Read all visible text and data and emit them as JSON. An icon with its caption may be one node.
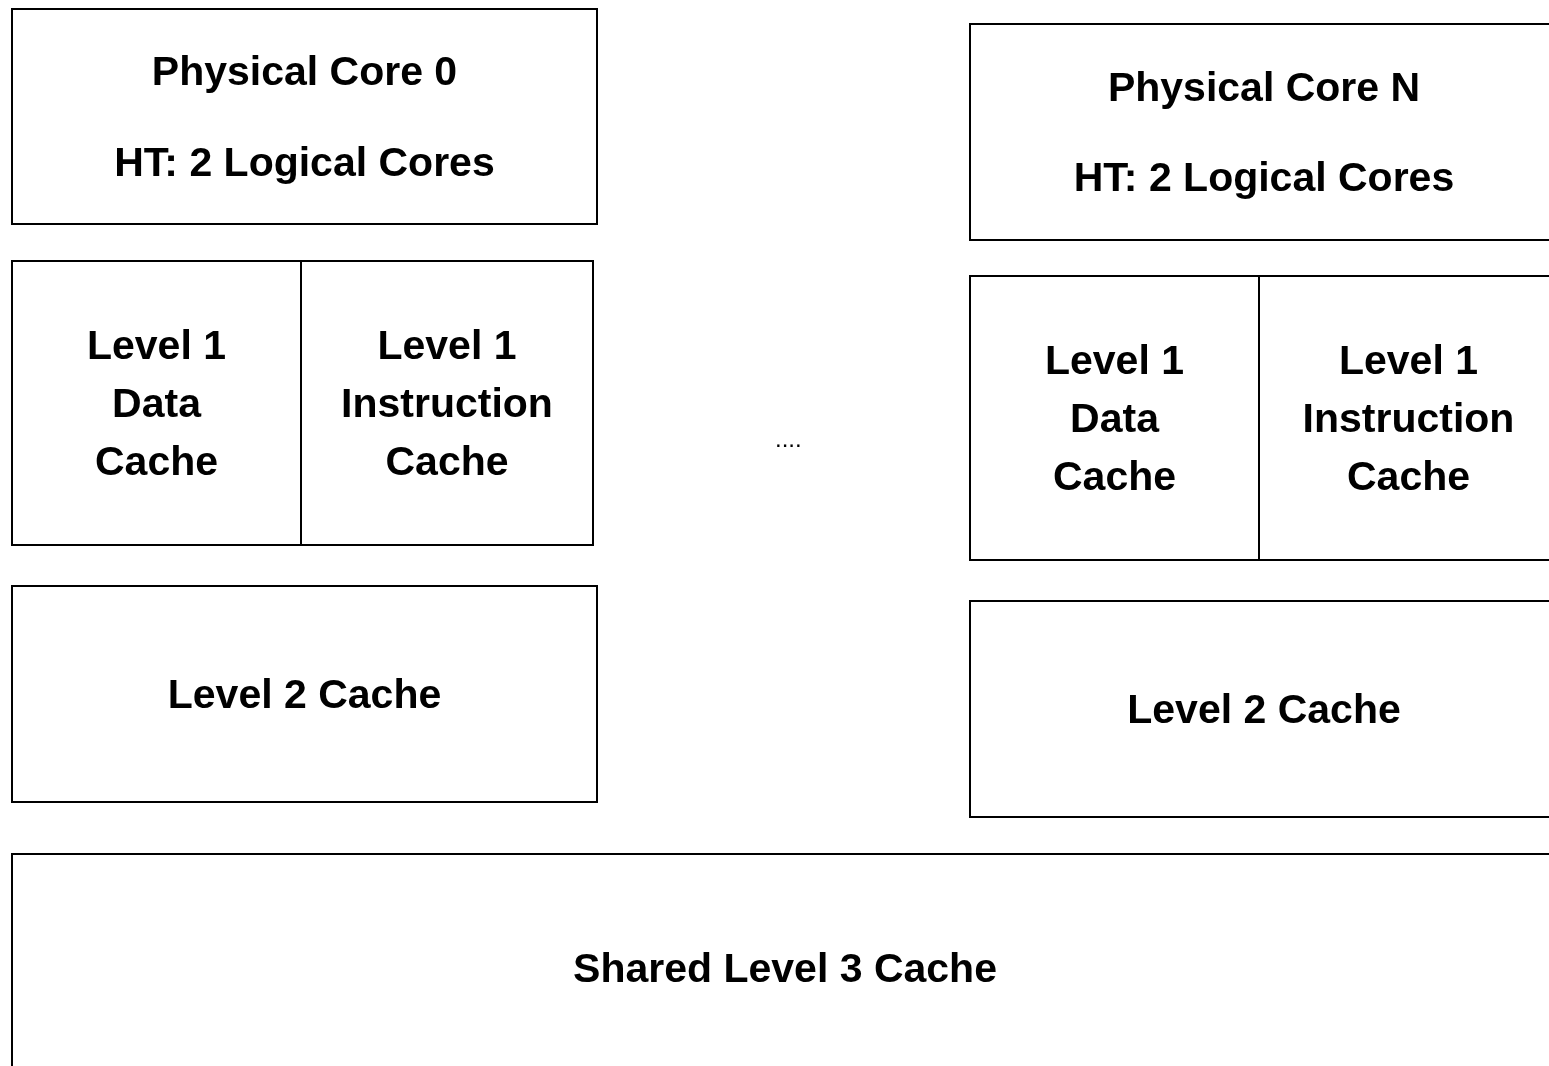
{
  "diagram": {
    "nodes": [
      {
        "text": [
          "Physical Core 0",
          "HT: 2 Logical Cores"
        ]
      },
      {
        "text": [
          "Level 1 Data Cache"
        ]
      },
      {
        "text": [
          "Level 1 Instruction Cache"
        ]
      },
      {
        "text": [
          "Level 2 Cache"
        ]
      },
      {
        "text": [
          "Physical Core N",
          "HT: 2 Logical Cores"
        ]
      },
      {
        "text": [
          "Level 1 Data Cache"
        ]
      },
      {
        "text": [
          "Level 1 Instruction Cache"
        ]
      },
      {
        "text": [
          "Level 2 Cache"
        ]
      },
      {
        "text": [
          "Shared Level 3 Cache"
        ]
      }
    ],
    "labels": [
      "...."
    ]
  }
}
